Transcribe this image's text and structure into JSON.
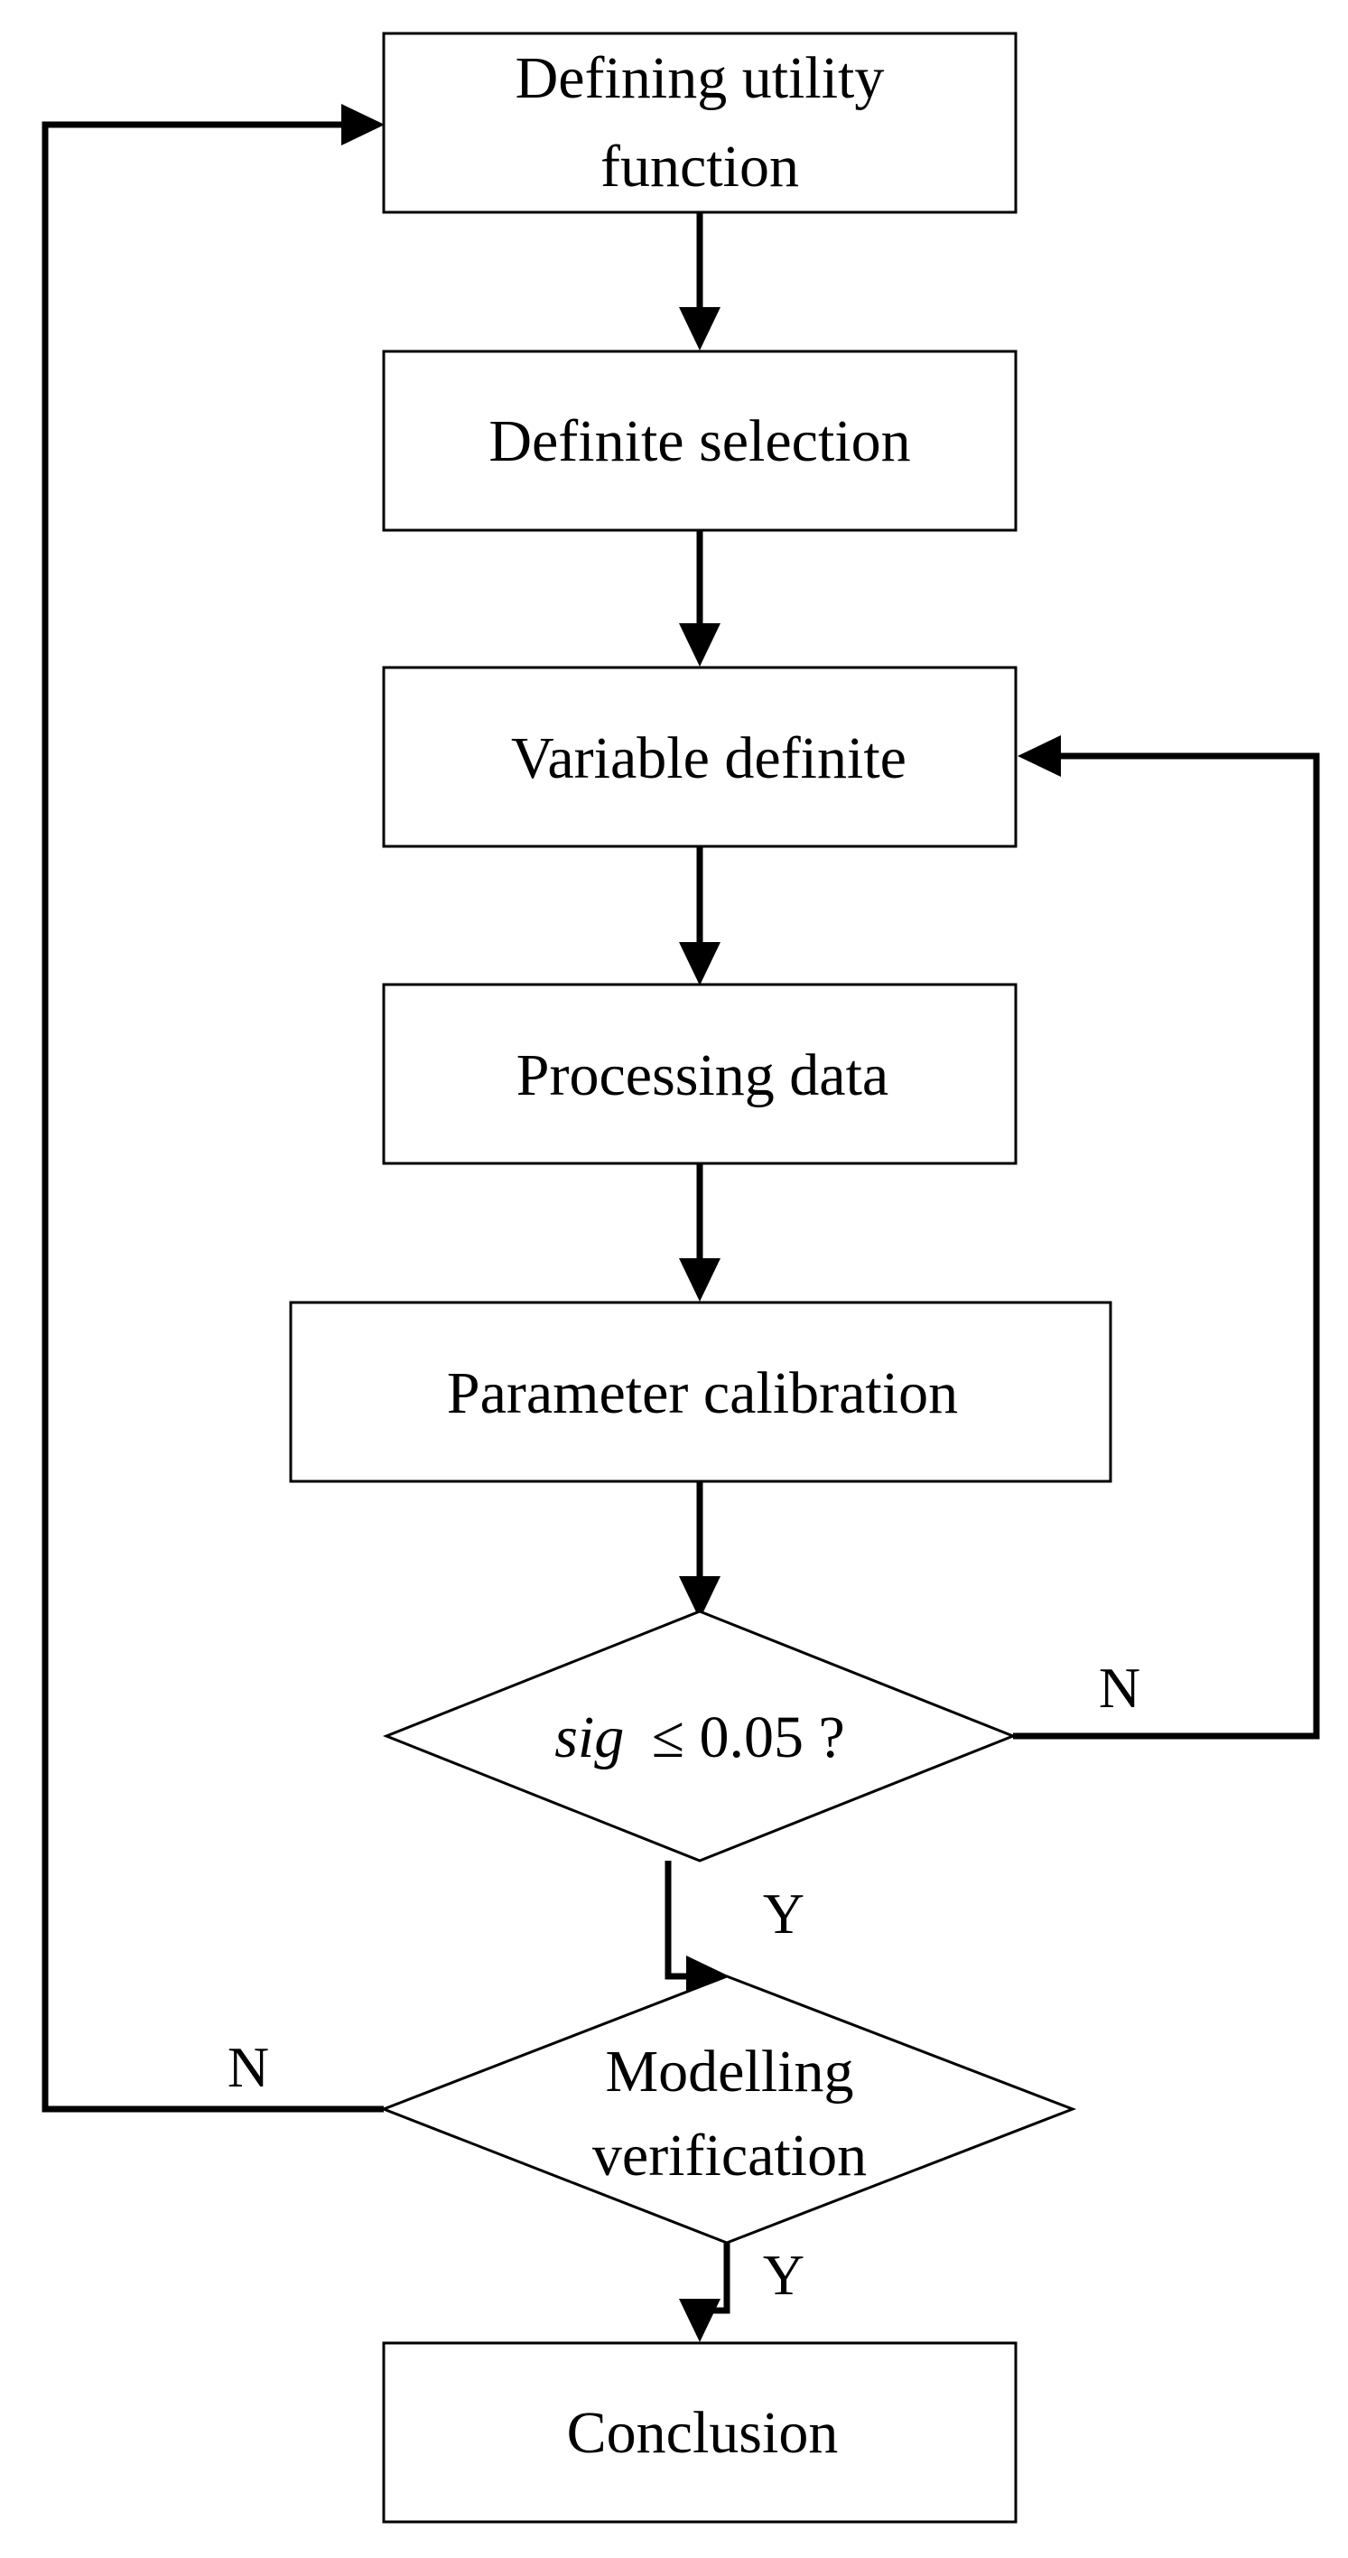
{
  "steps": {
    "define_utility": {
      "line1": "Defining utility",
      "line2": "function"
    },
    "definite_selection": "Definite selection",
    "variable_definite": "Variable definite",
    "processing_data": "Processing data",
    "parameter_calibration": "Parameter calibration",
    "conclusion": "Conclusion"
  },
  "decisions": {
    "significance": {
      "var": "sig",
      "rest": "≤ 0.05 ?"
    },
    "modelling_verification": {
      "line1": "Modelling",
      "line2": "verification"
    }
  },
  "branch_labels": {
    "sig_no": "N",
    "sig_yes": "Y",
    "verify_no": "N",
    "verify_yes": "Y"
  }
}
